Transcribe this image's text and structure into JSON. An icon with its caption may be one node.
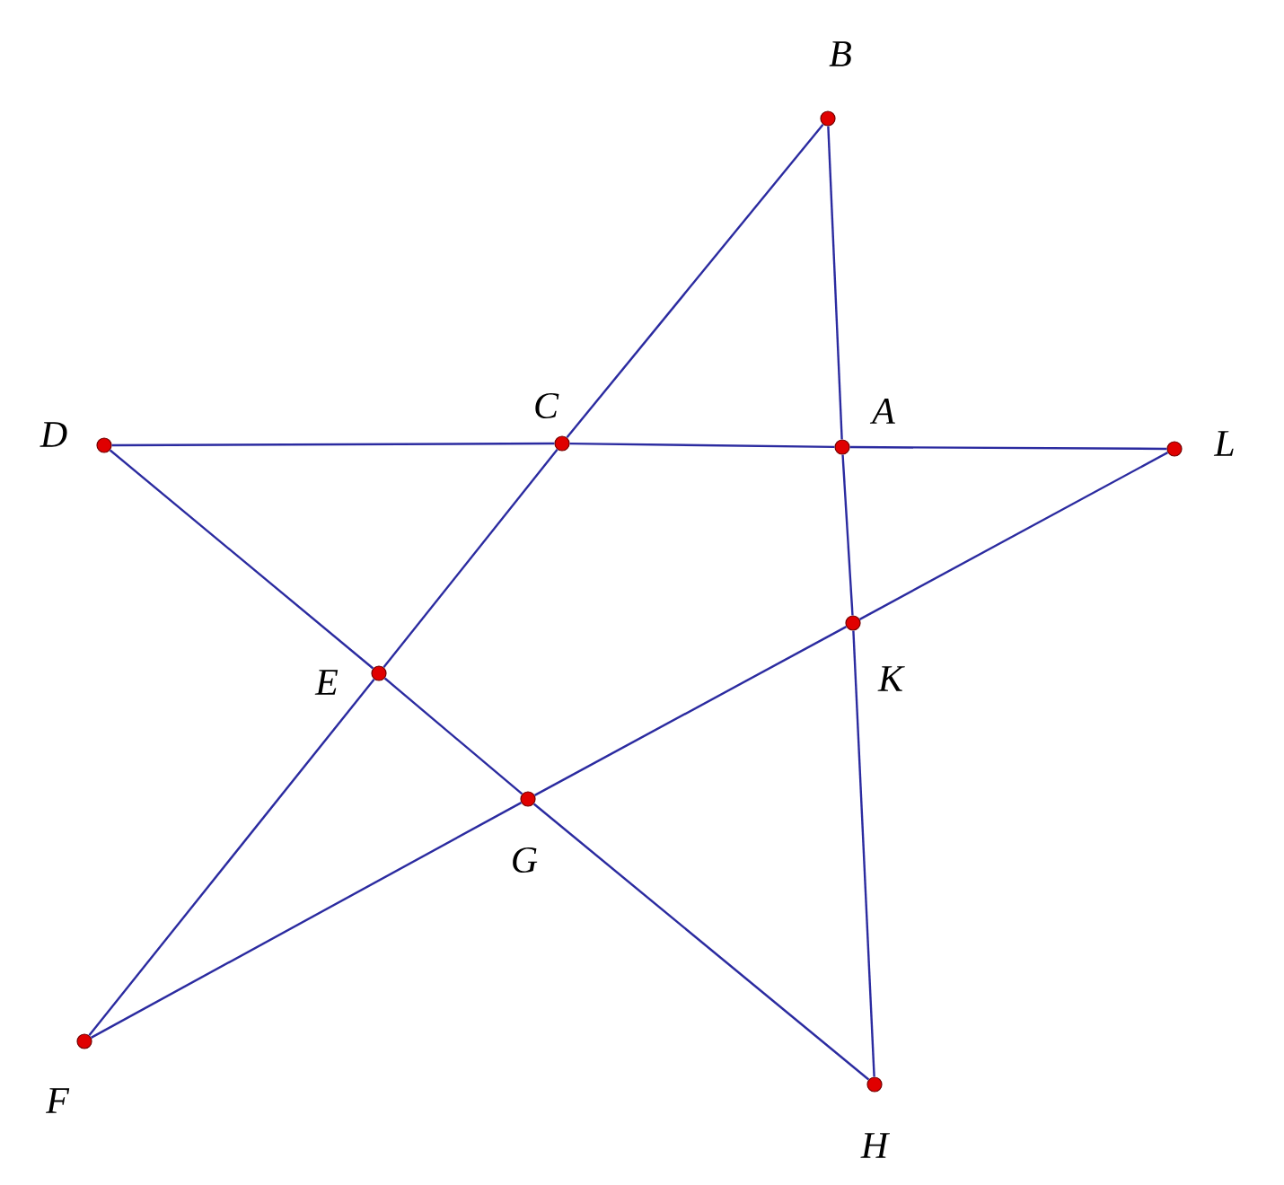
{
  "diagram": {
    "nodes": [
      {
        "text": [],
        "shape": "circle",
        "beside": [
          "B"
        ]
      },
      {
        "text": [],
        "shape": "circle",
        "beside": [
          "D"
        ]
      },
      {
        "text": [],
        "shape": "circle",
        "beside": [
          "C"
        ]
      },
      {
        "text": [],
        "shape": "circle",
        "beside": [
          "A"
        ]
      },
      {
        "text": [],
        "shape": "circle",
        "beside": [
          "L"
        ]
      },
      {
        "text": [],
        "shape": "circle",
        "beside": [
          "K"
        ]
      },
      {
        "text": [],
        "shape": "circle",
        "beside": [
          "E"
        ]
      },
      {
        "text": [],
        "shape": "circle",
        "beside": [
          "G"
        ]
      },
      {
        "text": [],
        "shape": "circle",
        "beside": [
          "F"
        ]
      },
      {
        "text": [],
        "shape": "circle",
        "beside": [
          "H"
        ]
      }
    ],
    "edges": [
      {
        "from": 0,
        "to": 2,
        "arrow": "none"
      },
      {
        "from": 2,
        "to": 6,
        "arrow": "none"
      },
      {
        "from": 6,
        "to": 8,
        "arrow": "none"
      },
      {
        "from": 0,
        "to": 3,
        "arrow": "none"
      },
      {
        "from": 3,
        "to": 5,
        "arrow": "none"
      },
      {
        "from": 5,
        "to": 9,
        "arrow": "none"
      },
      {
        "from": 1,
        "to": 2,
        "arrow": "none"
      },
      {
        "from": 2,
        "to": 3,
        "arrow": "none"
      },
      {
        "from": 3,
        "to": 4,
        "arrow": "none"
      },
      {
        "from": 1,
        "to": 6,
        "arrow": "none"
      },
      {
        "from": 6,
        "to": 7,
        "arrow": "none"
      },
      {
        "from": 7,
        "to": 9,
        "arrow": "none"
      },
      {
        "from": 4,
        "to": 5,
        "arrow": "none"
      },
      {
        "from": 5,
        "to": 7,
        "arrow": "none"
      },
      {
        "from": 7,
        "to": 8,
        "arrow": "none"
      }
    ]
  }
}
